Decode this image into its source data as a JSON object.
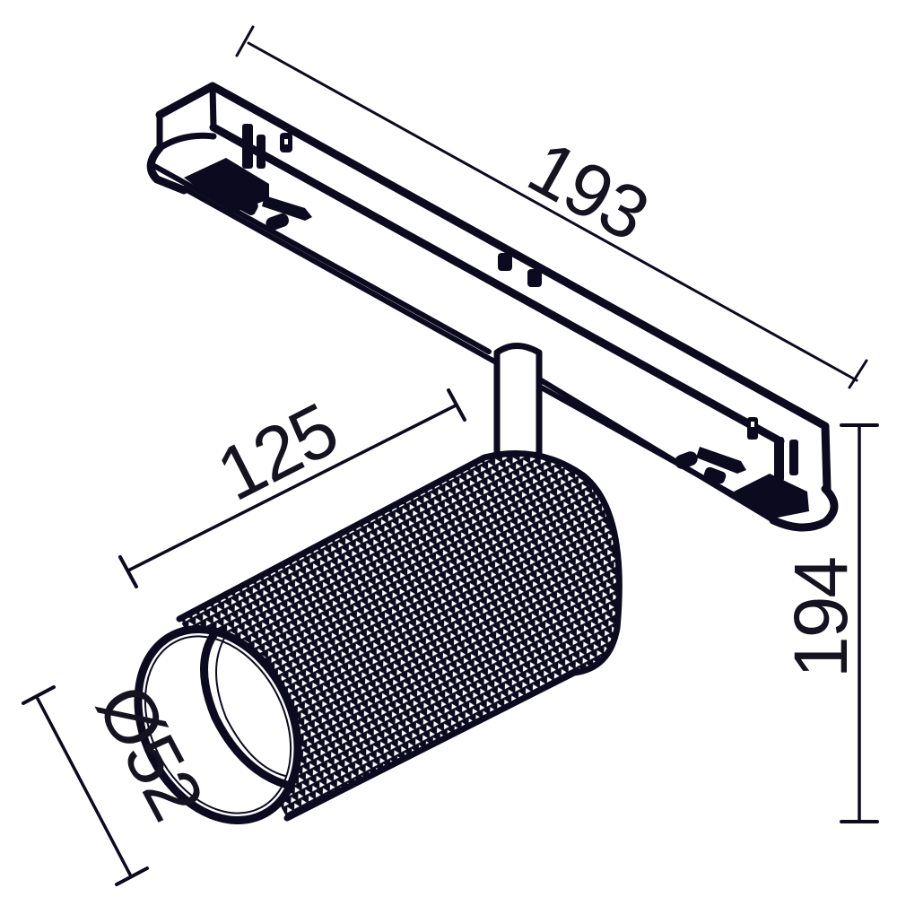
{
  "drawing": {
    "subject": "Magnetic track spotlight with mesh cylinder body, technical dimension drawing",
    "units": "mm",
    "line_color": "#0c0a1e",
    "text_color": "#15131f",
    "background": "#ffffff"
  },
  "dimensions": {
    "rail_length": {
      "label": "193",
      "value": 193
    },
    "total_height": {
      "label": "194",
      "value": 194
    },
    "body_length": {
      "label": "125",
      "value": 125
    },
    "body_diameter": {
      "label": "Ø52",
      "value": 52
    }
  },
  "parts": [
    {
      "id": "track-adapter",
      "label": "Track adapter rail"
    },
    {
      "id": "stem",
      "label": "Mounting stem"
    },
    {
      "id": "cylinder-body",
      "label": "Cylinder body with triangular mesh"
    },
    {
      "id": "front-bezel",
      "label": "Front bezel opening"
    }
  ]
}
